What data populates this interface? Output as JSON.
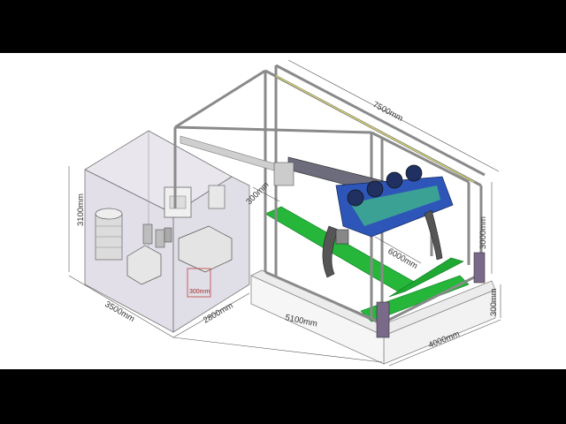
{
  "diagram": {
    "dimensions": {
      "length_total": "7500mm",
      "height_room": "3100mm",
      "height_frame": "3000mm",
      "height_base": "300mm",
      "offset_top": "300mm",
      "track_length": "6000mm",
      "room_depth": "3500mm",
      "room_width": "2800mm",
      "bay_length": "5100mm",
      "bay_width": "4000mm",
      "door_width": "300mm"
    }
  }
}
